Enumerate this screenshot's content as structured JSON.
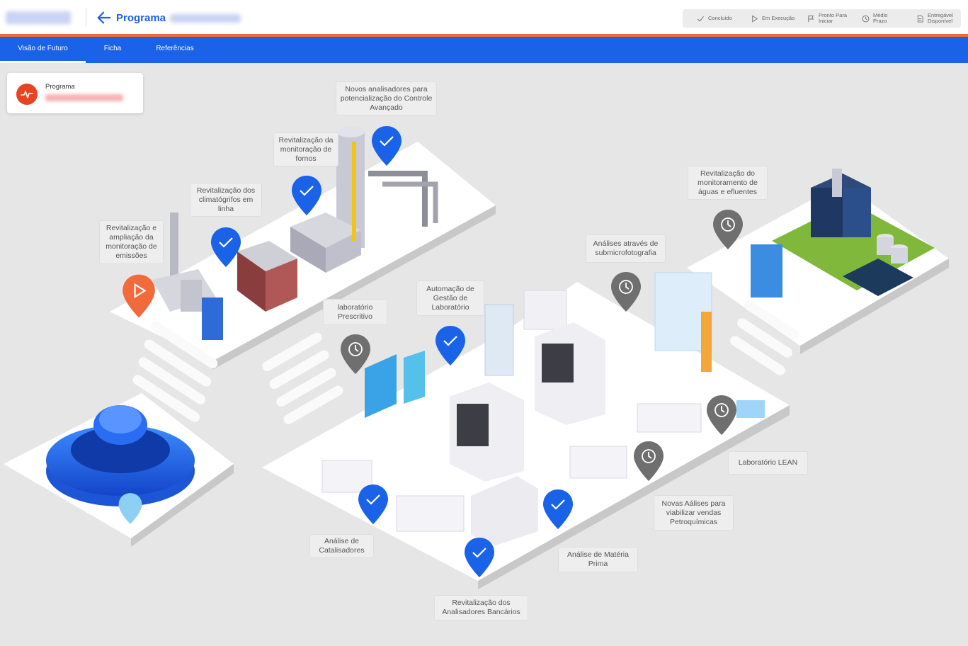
{
  "header": {
    "title": "Programa",
    "back_icon": "arrow-left-icon"
  },
  "legend": [
    {
      "icon": "check-icon",
      "label": "Concluído"
    },
    {
      "icon": "play-icon",
      "label": "Em Execução"
    },
    {
      "icon": "flag-icon",
      "label": "Pronto Para Iniciar"
    },
    {
      "icon": "clock-icon",
      "label": "Médio Prazo"
    },
    {
      "icon": "document-icon",
      "label": "Entregável Disponível"
    }
  ],
  "tabs": [
    {
      "label": "Visão de Futuro",
      "active": true
    },
    {
      "label": "Ficha",
      "active": false
    },
    {
      "label": "Referências",
      "active": false
    }
  ],
  "program_card": {
    "label": "Programa",
    "icon": "pulse-icon"
  },
  "labels": [
    "Novos analisadores para potencialização do Controle Avançado",
    "Revitalização da monitoração de fornos",
    "Revitalização dos climatógrifos em linha",
    "Revitalização e ampliação da monitoração de emissões",
    "Revitalização do monitoramento de águas e efluentes",
    "Análises através de submicrofotografia",
    "laboratório Prescritivo",
    "Automação de Gestão de Laboratório",
    "Laboratório LEAN",
    "Novas Aálises para viabilizar vendas Petroquímicas",
    "Análise de Catalisadores",
    "Análise de Matéria Prima",
    "Revitalização dos Analisadores Bancários"
  ],
  "pins": [
    {
      "status": "done",
      "color": "#1a63e8"
    },
    {
      "status": "done",
      "color": "#1a63e8"
    },
    {
      "status": "done",
      "color": "#1a63e8"
    },
    {
      "status": "running",
      "color": "#f06a3b"
    },
    {
      "status": "medium",
      "color": "#6f6f6f"
    },
    {
      "status": "medium",
      "color": "#6f6f6f"
    },
    {
      "status": "medium",
      "color": "#6f6f6f"
    },
    {
      "status": "done",
      "color": "#1a63e8"
    },
    {
      "status": "medium",
      "color": "#6f6f6f"
    },
    {
      "status": "medium",
      "color": "#6f6f6f"
    },
    {
      "status": "done",
      "color": "#1a63e8"
    },
    {
      "status": "done",
      "color": "#1a63e8"
    },
    {
      "status": "done",
      "color": "#1a63e8"
    },
    {
      "status": "future",
      "color": "#8ecff4"
    }
  ]
}
